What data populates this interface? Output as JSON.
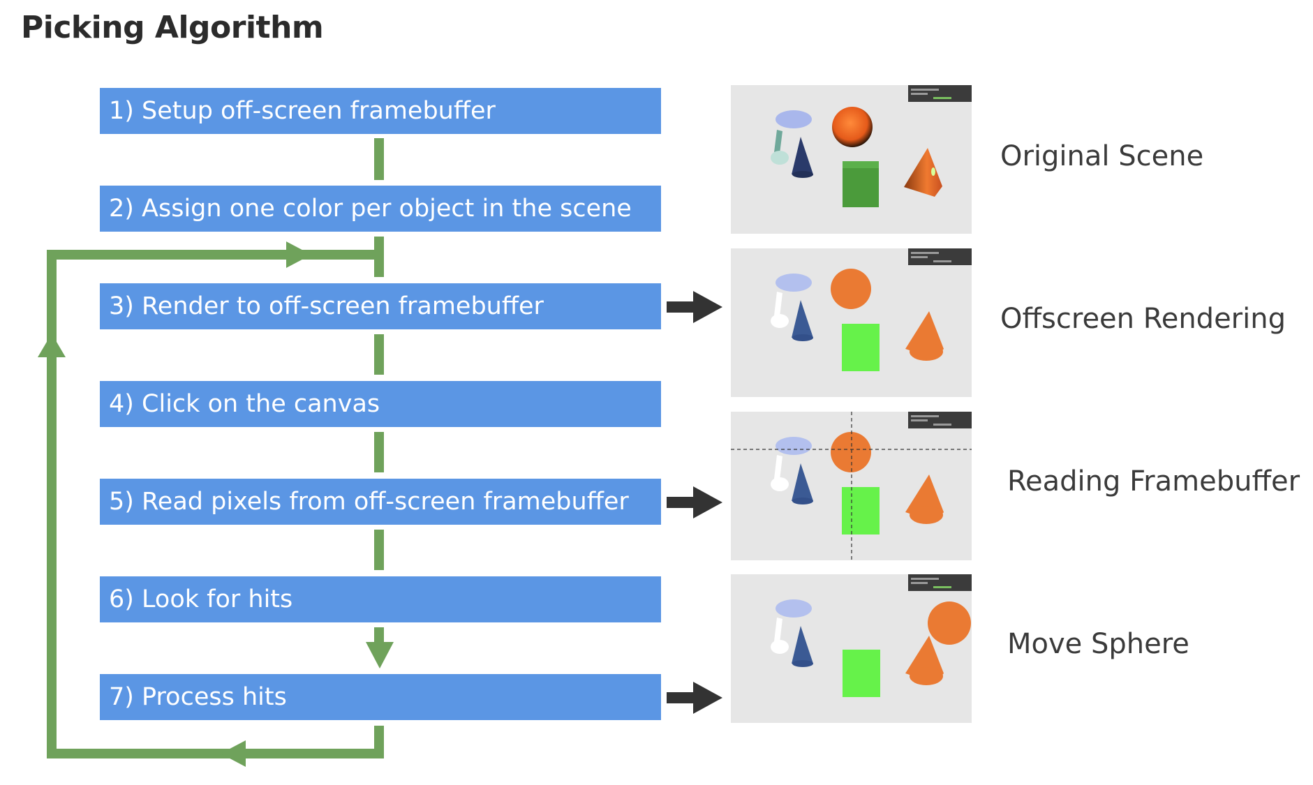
{
  "title": "Picking Algorithm",
  "steps": [
    {
      "label": "1) Setup off-screen framebuffer"
    },
    {
      "label": "2) Assign one color per object in the scene"
    },
    {
      "label": "3) Render to off-screen framebuffer"
    },
    {
      "label": "4) Click on the canvas"
    },
    {
      "label": "5) Read pixels from off-screen framebuffer"
    },
    {
      "label": "6) Look for hits"
    },
    {
      "label": "7) Process hits"
    }
  ],
  "panels": [
    {
      "caption": "Original Scene"
    },
    {
      "caption": "Offscreen Rendering"
    },
    {
      "caption": "Reading Framebuffer"
    },
    {
      "caption": "Move Sphere"
    }
  ],
  "colors": {
    "step_fill": "#5b96e4",
    "flow_line": "#6fa25b",
    "arrow": "#333333",
    "object_orange": "#ea7a33",
    "object_green": "#66f24a",
    "panel_bg": "#e6e6e6"
  }
}
